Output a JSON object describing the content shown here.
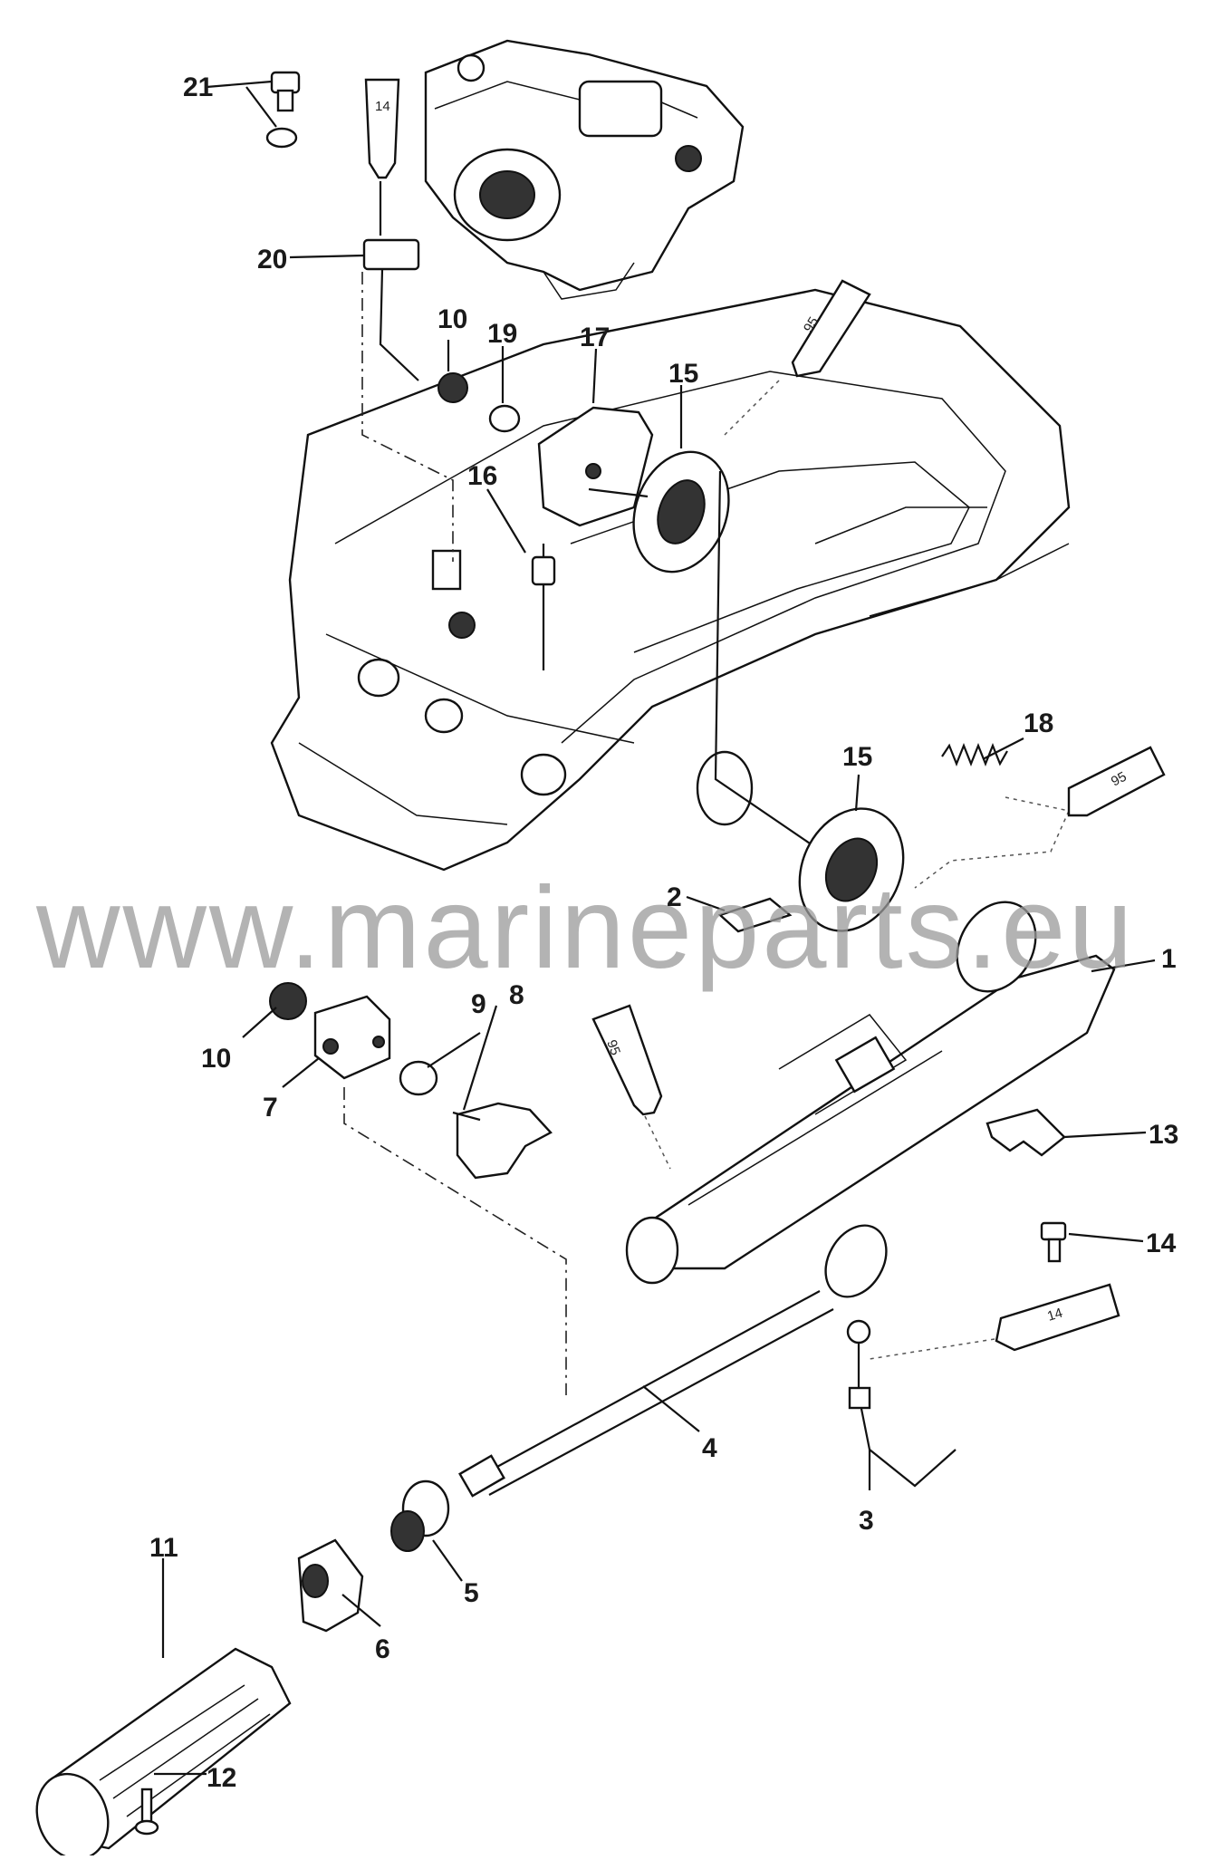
{
  "watermark": "www.marineparts.eu",
  "callouts": {
    "c1": "1",
    "c2": "2",
    "c3": "3",
    "c4": "4",
    "c5": "5",
    "c6": "6",
    "c7": "7",
    "c8": "8",
    "c9": "9",
    "c10a": "10",
    "c10b": "10",
    "c11": "11",
    "c12": "12",
    "c13": "13",
    "c14": "14",
    "c15a": "15",
    "c15b": "15",
    "c16": "16",
    "c17": "17",
    "c18": "18",
    "c19": "19",
    "c20": "20",
    "c21": "21"
  },
  "tubes": {
    "t14a": "14",
    "t95a": "95",
    "t95b": "95",
    "t95c": "95",
    "t14b": "14"
  }
}
